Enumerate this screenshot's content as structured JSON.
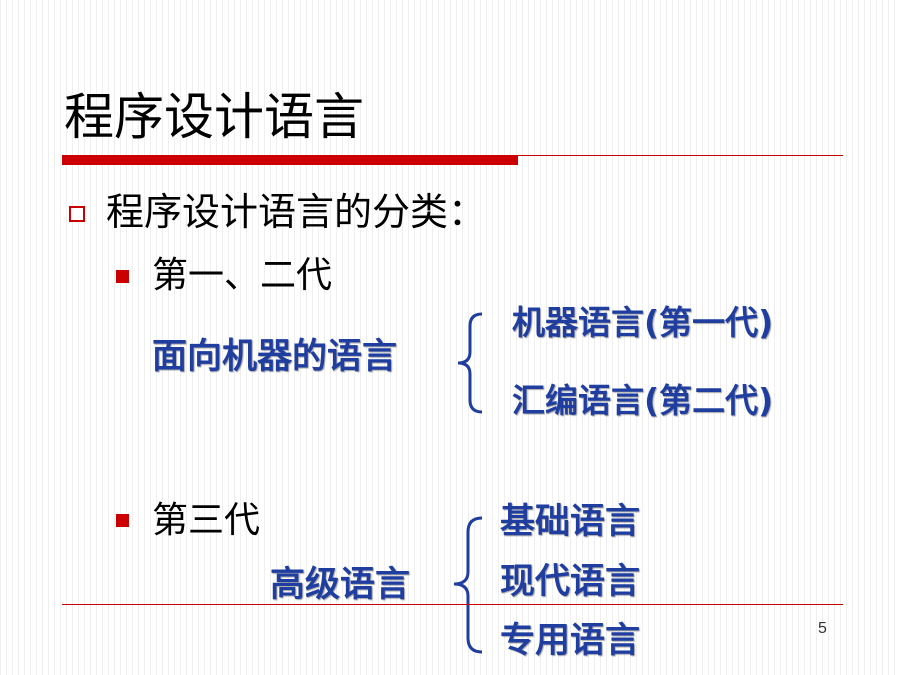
{
  "slide": {
    "title": "程序设计语言",
    "bullet1": "程序设计语言的分类：",
    "gen12": {
      "label": "第一、二代",
      "group": "面向机器的语言",
      "items": [
        "机器语言(第一代)",
        "汇编语言(第二代)"
      ]
    },
    "gen3": {
      "label": "第三代",
      "group": "高级语言",
      "items": [
        "基础语言",
        "现代语言",
        "专用语言"
      ]
    },
    "page_number": "5"
  },
  "colors": {
    "accent_red": "#cc0000",
    "text_blue": "#1f3ea0"
  }
}
